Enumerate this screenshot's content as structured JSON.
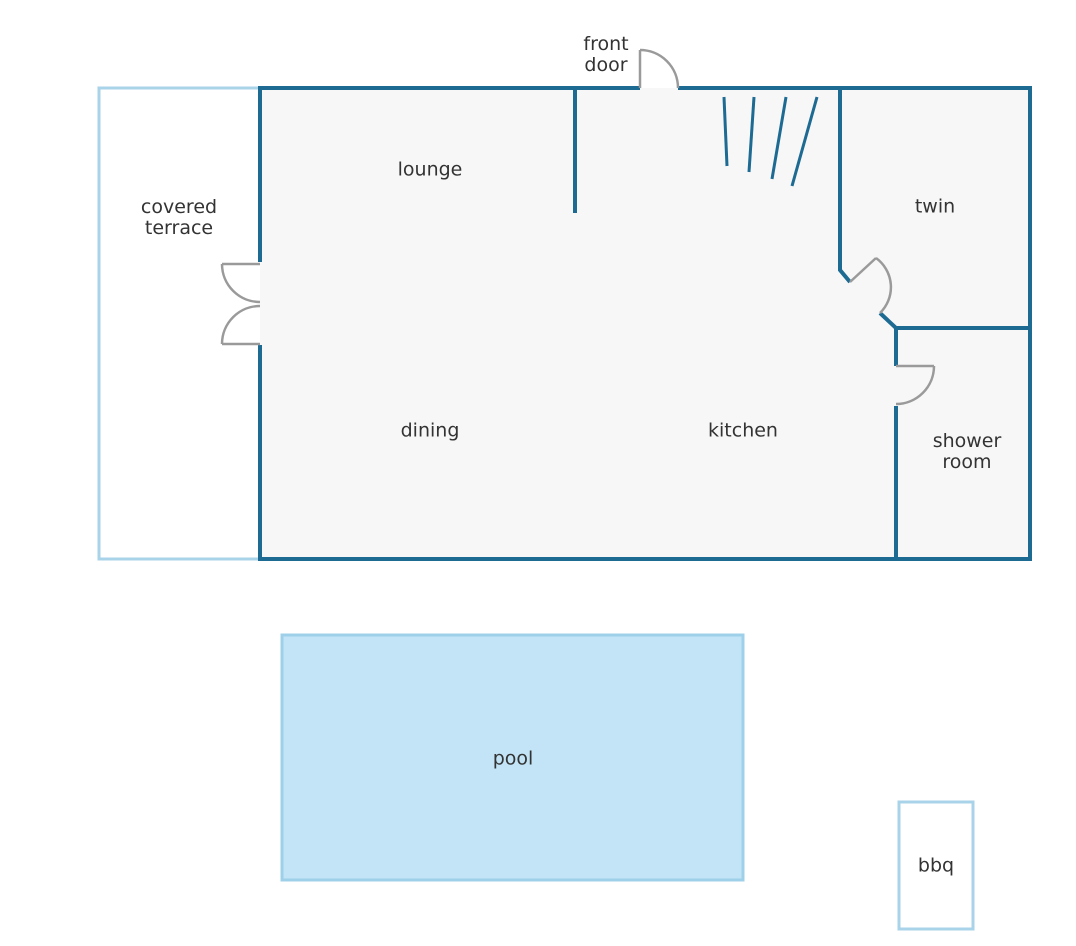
{
  "colors": {
    "background": "#ffffff",
    "floor": "#f7f7f7",
    "wall": "#1d6a93",
    "terrace": "#a8d3e8",
    "pool_fill": "#c2e4f6",
    "pool_border": "#9fd0ea",
    "door": "#9a9a9a",
    "text": "#333333"
  },
  "rooms": {
    "lounge": "lounge",
    "dining": "dining",
    "kitchen": "kitchen",
    "twin": "twin",
    "shower_room": "shower\nroom",
    "covered_terrace": "covered\nterrace",
    "front_door": "front\ndoor",
    "pool": "pool",
    "bbq": "bbq"
  }
}
